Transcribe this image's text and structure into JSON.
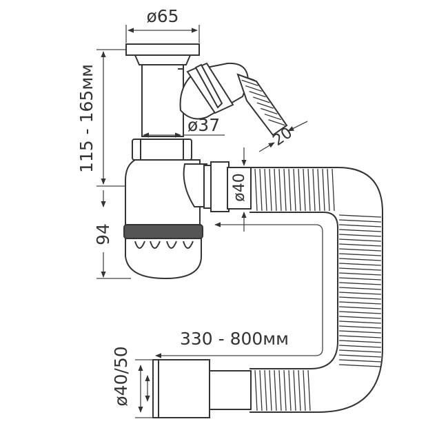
{
  "dimensions": {
    "flange_diameter": "ø65",
    "overflow_height": "115 - 165мм",
    "outlet_diameter": "ø37",
    "overflow_hose": "20",
    "side_inlet": "ø40",
    "bottle_height": "94",
    "hose_length": "330 - 800мм",
    "drain_connection": "ø40/50"
  },
  "colors": {
    "outline": "#333333",
    "body_fill": "#eeeeee",
    "dim_line": "#444444"
  }
}
